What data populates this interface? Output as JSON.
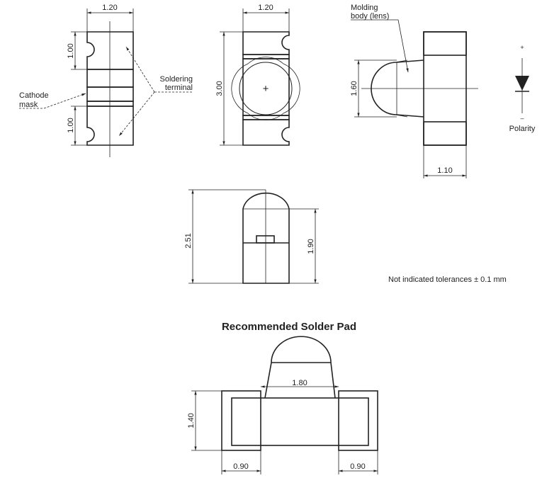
{
  "views": {
    "bottom": {
      "width_dim": "1.20",
      "terminal_top_dim": "1.00",
      "terminal_bottom_dim": "1.00",
      "label_soldering_1": "Soldering",
      "label_soldering_2": "terminal",
      "label_cathode_1": "Cathode",
      "label_cathode_2": "mask"
    },
    "top": {
      "width_dim": "1.20",
      "length_dim": "3.00",
      "center_mark": "+"
    },
    "side": {
      "lens_dim": "1.60",
      "body_dim": "1.10",
      "label_molding_1": "Molding",
      "label_molding_2": "body (lens)"
    },
    "polarity": {
      "plus": "+",
      "minus": "–",
      "label": "Polarity"
    },
    "front": {
      "height_dim": "2.51",
      "body_dim": "1.90"
    }
  },
  "tolerance_note": "Not indicated tolerances ± 0.1 mm",
  "solder_pad": {
    "title": "Recommended Solder Pad",
    "gap_dim": "1.80",
    "height_dim": "1.40",
    "pad_left_dim": "0.90",
    "pad_right_dim": "0.90"
  }
}
